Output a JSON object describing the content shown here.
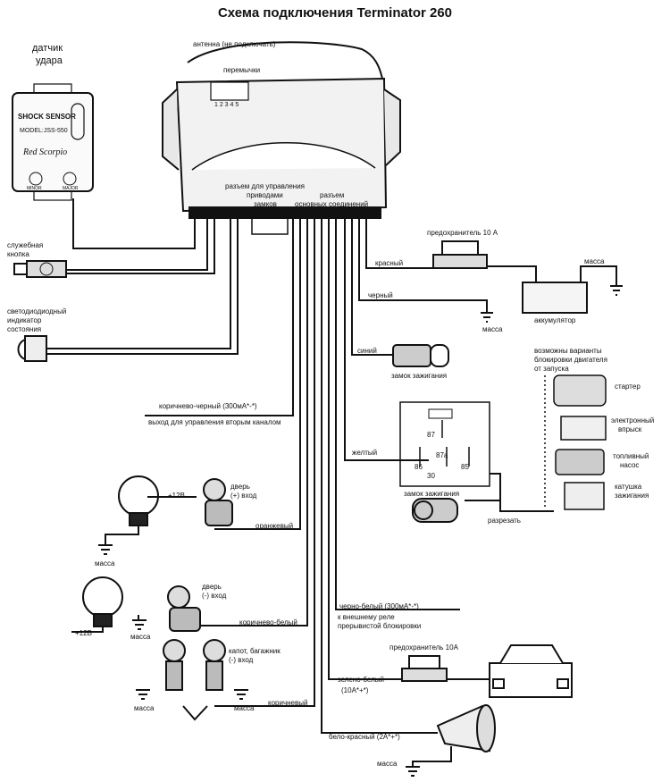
{
  "title": "Схема подключения Terminator 260",
  "labels": {
    "shock_sensor_caption_l1": "датчик",
    "shock_sensor_caption_l2": "удара",
    "shock_sensor_brand": "SHOCK SENSOR",
    "shock_sensor_model": "MODEL:JSS-550",
    "shock_sensor_logo": "Red Scorpio",
    "shock_sensor_minor": "MINOR",
    "shock_sensor_major": "MAJOR",
    "antenna": "антенна (не подключать)",
    "jumpers": "перемычки",
    "jumper_numbers": "1 2 3 4 5",
    "lock_connector_l1": "разъем для управления",
    "lock_connector_l2": "приводами",
    "lock_connector_l3": "замков",
    "main_connector_l1": "разъем",
    "main_connector_l2": "основных соединений",
    "service_button_l1": "служебная",
    "service_button_l2": "кнопка",
    "led_l1": "светодиодиодный",
    "led_l2": "индикатор",
    "led_l3": "состояния",
    "fuse_top": "предохранитель 10 А",
    "red_wire": "красный",
    "ground_top": "масса",
    "black_wire": "черный",
    "ground_mid": "масса",
    "battery": "аккумулятор",
    "blue_wire": "синий",
    "ignition_lock": "замок зажигания",
    "block_options_l1": "возможны варианты",
    "block_options_l2": "блокировки двигателя",
    "block_options_l3": "от запуска",
    "starter": "стартер",
    "injection_l1": "электронный",
    "injection_l2": "впрыск",
    "fuel_pump_l1": "топливный",
    "fuel_pump_l2": "насос",
    "ignition_coil_l1": "катушка",
    "ignition_coil_l2": "зажигания",
    "brown_black_l1": "коричнево-черный (300мА*-*)",
    "brown_black_l2": "выход для управления вторым каналом",
    "yellow_wire": "желтый",
    "relay_87": "87",
    "relay_87a": "87a",
    "relay_86": "86",
    "relay_30": "30",
    "relay_85": "85",
    "ignition_lock_2": "замок зажигания",
    "cut": "разрезать",
    "plus12_top": "+12В",
    "door_pos_l1": "дверь",
    "door_pos_l2": "(+) вход",
    "orange_wire": "оранжевый",
    "ground_lamp1": "масса",
    "door_neg_l1": "дверь",
    "door_neg_l2": "(-) вход",
    "ground_lamp2": "масса",
    "plus12_bottom": "+12В",
    "brown_white": "коричнево-белый",
    "black_white_l1": "черно-белый (300мА*-*)",
    "black_white_l2": "к внешнему реле",
    "black_white_l3": "прерывистой блокировки",
    "hood_l1": "капот, багажник",
    "hood_l2": "(-) вход",
    "fuse_bottom": "предохранитель 10А",
    "green_white_l1": "зелено-белый",
    "green_white_l2": "(10A*+*)",
    "ground_pin1": "масса",
    "ground_pin2": "масса",
    "brown_wire": "коричневый",
    "white_red": "бело-красный (2A*+*)",
    "ground_siren": "масса"
  }
}
